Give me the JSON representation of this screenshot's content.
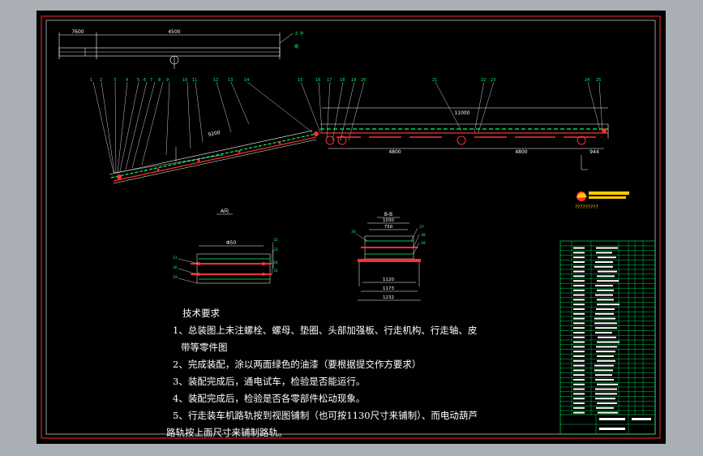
{
  "labels": {
    "dim_7600": "7600",
    "dim_4500": "4500",
    "dim_11000": "11000",
    "dim_4800a": "4800",
    "dim_4800b": "4800",
    "dim_944": "944",
    "dim_9200": "9200",
    "view_a": "A向",
    "view_bb": "B-B",
    "dim_950": "Φ50",
    "dim_1030": "1030",
    "dim_750": "750",
    "dim_1120": "1120",
    "dim_1173": "1173",
    "dim_1232": "1232",
    "brand": "?????????",
    "top_label_1": "工 字",
    "top_label_2": "钢"
  },
  "notes": {
    "heading": "技术要求",
    "line1": "1、总装图上未注螺栓、螺母、垫圈、头部加强板、行走机构、行走轴、皮",
    "line1b": "带等零件图",
    "line2": "2、完成装配，涂以两面绿色的油漆（要根据提交作方要求）",
    "line3": "3、装配完成后，通电试车，检验是否能运行。",
    "line4": "4、装配完成后，检验是否各零部件松动现象。",
    "line5": "5、行走装车机路轨按到视图铺制（也可按1130尺寸来铺制）、而电动葫芦",
    "line5b": "路轨按上面尺寸来铺制路轨。"
  },
  "colors": {
    "background": "#a9afb5",
    "sheet": "#000000",
    "frame": "#ff2a2a",
    "line": "#ffffff",
    "dim": "#ffffff",
    "belt": "#00ff66",
    "part": "#ff3030",
    "title_block": "#00ff66"
  }
}
